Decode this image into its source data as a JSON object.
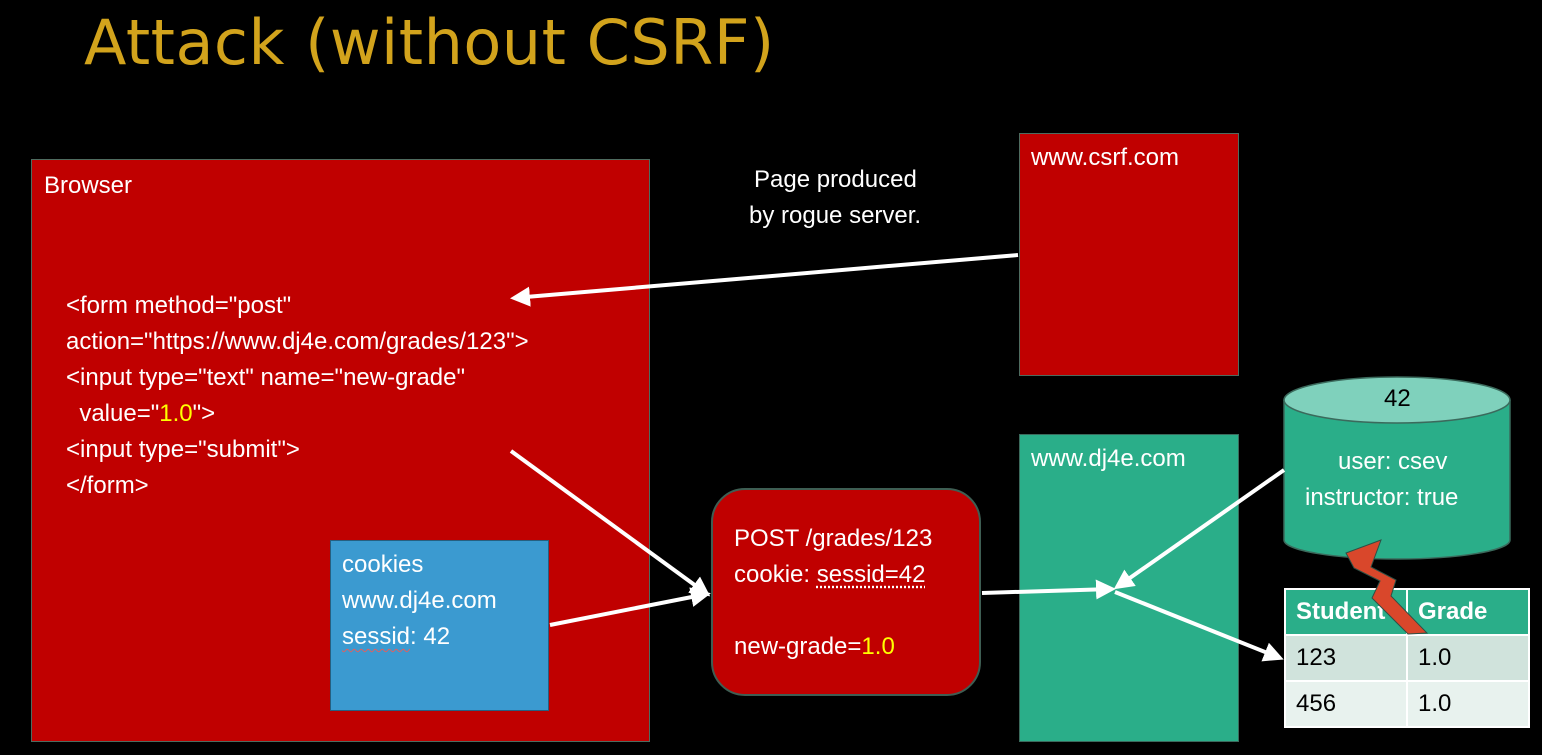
{
  "title": "Attack (without CSRF)",
  "browser": {
    "label": "Browser",
    "code_lines": [
      "<form method=\"post\"",
      "action=\"https://www.dj4e.com/grades/123\">",
      "<input type=\"text\" name=\"new-grade\"",
      "  value=\"",
      "1.0",
      "\">",
      "<input type=\"submit\">",
      "</form>"
    ]
  },
  "cookies": {
    "title": "cookies",
    "domain": "www.dj4e.com",
    "sessid_key": "sessid",
    "sessid_rest": ": 42"
  },
  "rogue_note": {
    "line1": "Page produced",
    "line2": "by rogue server."
  },
  "csrf_server": {
    "label": "www.csrf.com"
  },
  "dj4e_server": {
    "label": "www.dj4e.com"
  },
  "request": {
    "line1": "POST /grades/123",
    "cookie_prefix": "cookie: ",
    "cookie_value": "sessid=42",
    "param_name": "new-grade=",
    "param_value": "1.0"
  },
  "session_db": {
    "id": "42",
    "line1": "user: csev",
    "line2": "instructor: true"
  },
  "grades_table": {
    "headers": [
      "Student",
      "Grade"
    ],
    "rows": [
      [
        "123",
        "1.0"
      ],
      [
        "456",
        "1.0"
      ]
    ]
  },
  "colors": {
    "title": "#d2a31c",
    "red_box": "#c00000",
    "teal_box": "#2aae89",
    "cookie_box": "#3b9ad0",
    "highlight": "#ffff00",
    "bolt": "#d9472b"
  }
}
